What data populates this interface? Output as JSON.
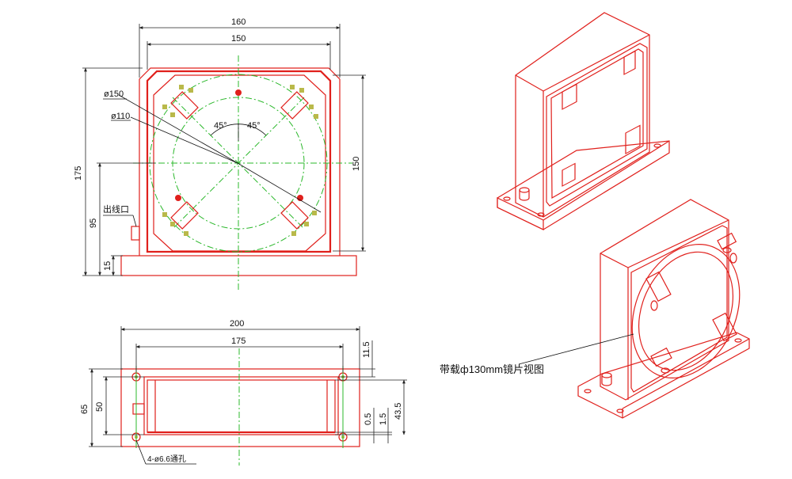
{
  "colors": {
    "outline": "#e0201c",
    "centerline": "#2bb82b",
    "dimension": "#222222",
    "pad": "#b9b94a"
  },
  "front_view": {
    "dim_width_outer": "160",
    "dim_width_inner": "150",
    "dim_height_total": "175",
    "dim_height_inner": "150",
    "dim_height_95": "95",
    "dim_height_15": "15",
    "label_d150": "ø150",
    "label_d110": "ø110",
    "angle_left": "45°",
    "angle_right": "45°",
    "cable_outlet": "出线口"
  },
  "bottom_view": {
    "dim_width_200": "200",
    "dim_width_175": "175",
    "dim_height_65": "65",
    "dim_height_50": "50",
    "dim_115": "11.5",
    "dim_05": "0.5",
    "dim_15": "1.5",
    "dim_435": "43.5",
    "holes_note": "4-ø6.6通孔"
  },
  "iso_views": {
    "mirror_note": "带载ф130mm镜片视图"
  }
}
